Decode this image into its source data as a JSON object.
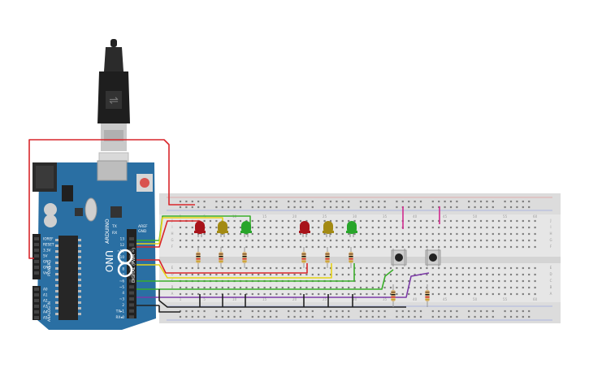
{
  "board": {
    "logo": "ARDUINO",
    "model": "UNO",
    "digital_label": "DIGITAL (PWM ~)",
    "analog_label": "ANALOG IN",
    "power_label": "POWER",
    "aref": "AREF",
    "gnd": "GND",
    "tx": "TX",
    "rx": "RX",
    "digital_pins": [
      "13",
      "12",
      "~11",
      "~10",
      "~9",
      "8",
      "7",
      "~6",
      "~5",
      "4",
      "~3",
      "2",
      "TX▸1",
      "RX◂0"
    ],
    "power_pins": [
      "IOREF",
      "RESET",
      "3.3V",
      "5V",
      "GND",
      "GND",
      "Vin"
    ],
    "analog_pins": [
      "A0",
      "A1",
      "A2",
      "A3",
      "A4",
      "A5"
    ]
  },
  "breadboard": {
    "row_letters_top": [
      "J",
      "I",
      "H",
      "G",
      "F"
    ],
    "row_letters_bottom": [
      "E",
      "D",
      "C",
      "B",
      "A"
    ],
    "column_numbers": [
      "1",
      "5",
      "10",
      "15",
      "20",
      "25",
      "30",
      "35",
      "40",
      "45",
      "50",
      "55",
      "60"
    ]
  },
  "colors": {
    "board": "#2a6fa3",
    "breadboard": "#e6e6e6",
    "wire_red": "#d9262b",
    "wire_black": "#222222",
    "wire_yellow": "#e6d317",
    "wire_green": "#3aae2a",
    "wire_purple": "#7b3aa6",
    "led_red": "#a8131a",
    "led_yellow": "#a38a13",
    "led_green": "#28a52a"
  }
}
